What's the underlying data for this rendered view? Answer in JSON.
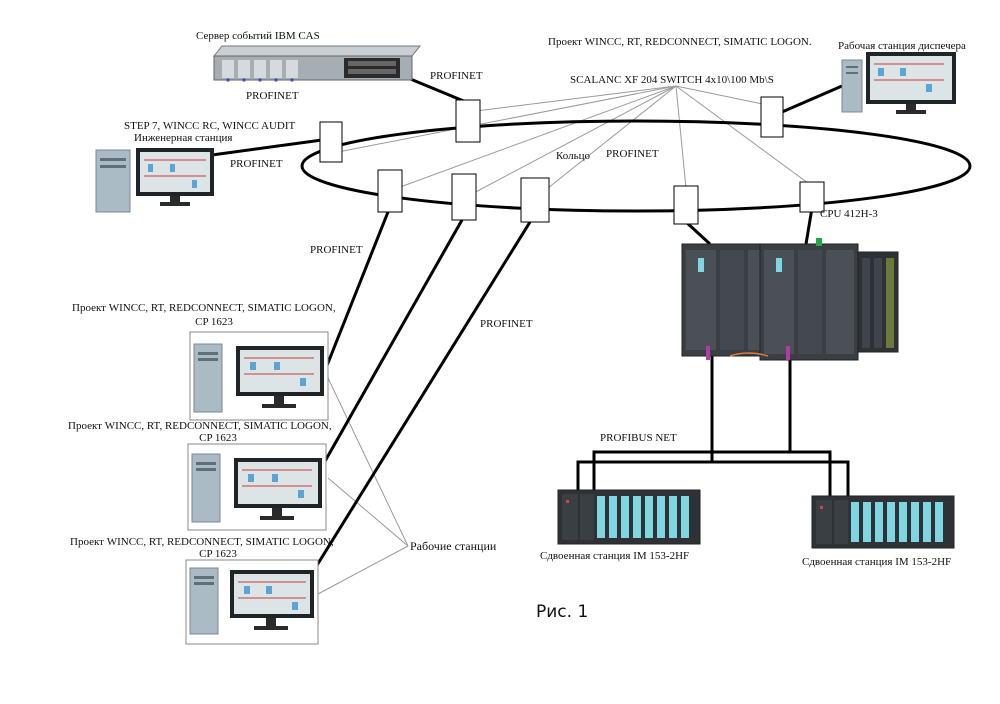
{
  "labels": {
    "server_title": "Сервер событий IBM  CAS",
    "server_profinet": "PROFINET",
    "server_link_profinet": "PROFINET",
    "top_project": "Проект WINCC, RT, REDCONNECT, SIMATIC LOGON.",
    "dispatcher": "Рабочая станция диспечера",
    "switch": "SCALANC XF 204 SWITCH 4x10\\100 Mb\\S",
    "eng_line1": "STEP 7, WINCC RC, WINCC AUDIT",
    "eng_line2": "Инженерная станция",
    "eng_profinet": "PROFINET",
    "ring": "Кольцо",
    "ring_profinet": "PROFINET",
    "cpu": "CPU 412H-3",
    "left_profinet": "PROFINET",
    "mid_profinet": "PROFINET",
    "ws1_project": "Проект WINCC, RT, REDCONNECT, SIMATIC LOGON,",
    "ws1_cp": "CP 1623",
    "ws2_project": "Проект WINCC, RT, REDCONNECT, SIMATIC LOGON,",
    "ws2_cp": "CP 1623",
    "ws3_project": "Проект WINCC, RT, REDCONNECT, SIMATIC LOGON,",
    "ws3_cp": "CP 1623",
    "workstations": "Рабочие станции",
    "profibus": "PROFIBUS NET",
    "io_left": "Сдвоенная станция IM 153-2HF",
    "io_right": "Сдвоенная станция IM 153-2HF",
    "figure": "Рис. 1"
  },
  "colors": {
    "line": "#000000",
    "thin_line": "#9a9a9a",
    "siemens_panel": "#3a3f44",
    "io_module": "#7fd6e0",
    "screen": "#dde4e6",
    "tower": "#a9b9c3"
  }
}
